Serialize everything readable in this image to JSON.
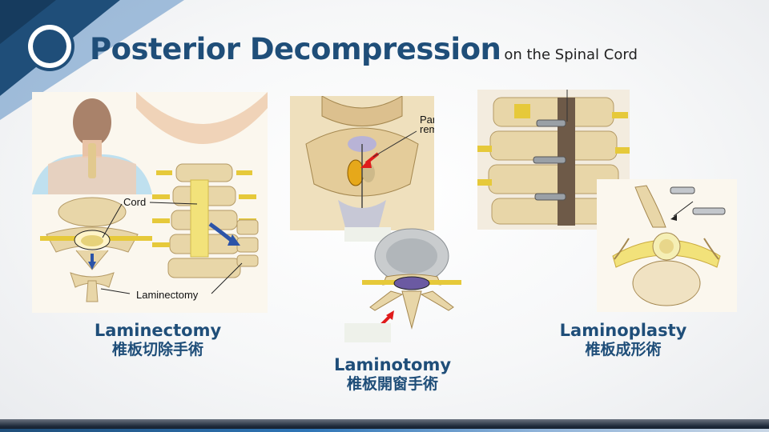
{
  "slide": {
    "title": "Posterior Decompression",
    "subtitle": "on the Spinal Cord"
  },
  "figures": {
    "laminectomy": {
      "label_cord": "Cord",
      "label_laminectomy": "Laminectomy",
      "caption_en": "Laminectomy",
      "caption_zh": "椎板切除手術"
    },
    "laminotomy": {
      "partial_label_1": "Part",
      "partial_label_2": "rem",
      "caption_en": "Laminotomy",
      "caption_zh": "椎板開窗手術"
    },
    "laminoplasty": {
      "caption_en": "Laminoplasty",
      "caption_zh": "椎板成形術"
    }
  },
  "colors": {
    "title": "#1f4e79",
    "bone": "#e8d6a8",
    "cord": "#f2e27a",
    "nerve": "#e6c93a",
    "arrow_red": "#e01b1b",
    "arrow_blue": "#2c54a8"
  }
}
